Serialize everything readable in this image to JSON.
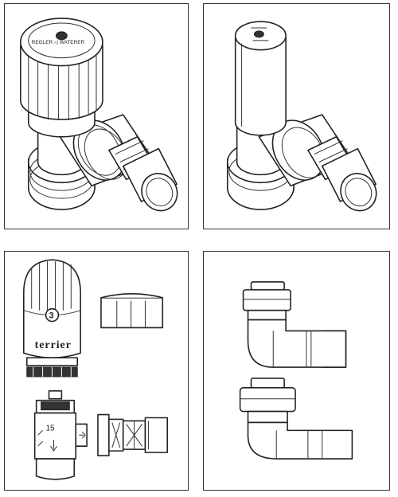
{
  "panels": {
    "manual_valve": {
      "cap_text": "REGLER ◁ WATERER"
    },
    "lockshield_valve": {},
    "thermostatic_parts": {
      "brand": "terrier",
      "dial_number": "3",
      "body_number": "15"
    },
    "elbow_fittings": {}
  },
  "icons": [
    "manual-radiator-valve-icon",
    "lockshield-valve-icon",
    "thermostatic-valve-exploded-icon",
    "elbow-fitting-icon"
  ]
}
